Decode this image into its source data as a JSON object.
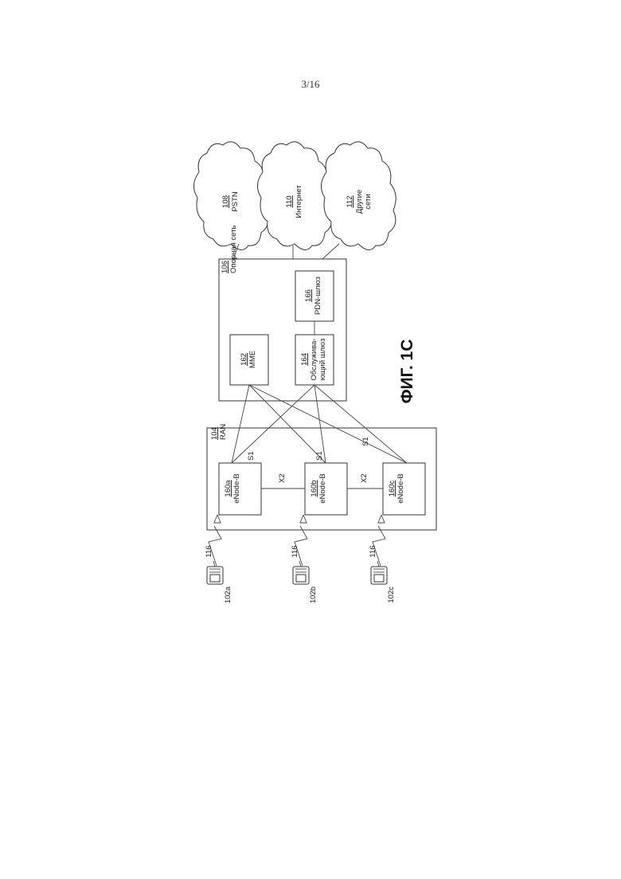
{
  "page_number": "3/16",
  "figure_label": "ФИГ. 1C",
  "core_network": {
    "ref": "106",
    "label": "Опорная сеть"
  },
  "ran": {
    "ref": "104",
    "label": "RAN"
  },
  "mme": {
    "ref": "162",
    "label": "MME"
  },
  "serving_gw": {
    "ref": "164",
    "line1": "Обслужива-",
    "line2": "ющий шлюз"
  },
  "pdn_gw": {
    "ref": "166",
    "label": "PDN-шлюз"
  },
  "clouds": [
    {
      "ref": "108",
      "line1": "PSTN",
      "line2": ""
    },
    {
      "ref": "110",
      "line1": "Интернет",
      "line2": ""
    },
    {
      "ref": "112",
      "line1": "Другие",
      "line2": "сети"
    }
  ],
  "enodebs": [
    {
      "ref": "160a",
      "label": "eNode-B"
    },
    {
      "ref": "160b",
      "label": "eNode-B"
    },
    {
      "ref": "160c",
      "label": "eNode-B"
    }
  ],
  "interfaces": {
    "s1": "S1",
    "x2": "X2"
  },
  "air_link_ref": "116",
  "wtrus": [
    "102a",
    "102b",
    "102c"
  ]
}
